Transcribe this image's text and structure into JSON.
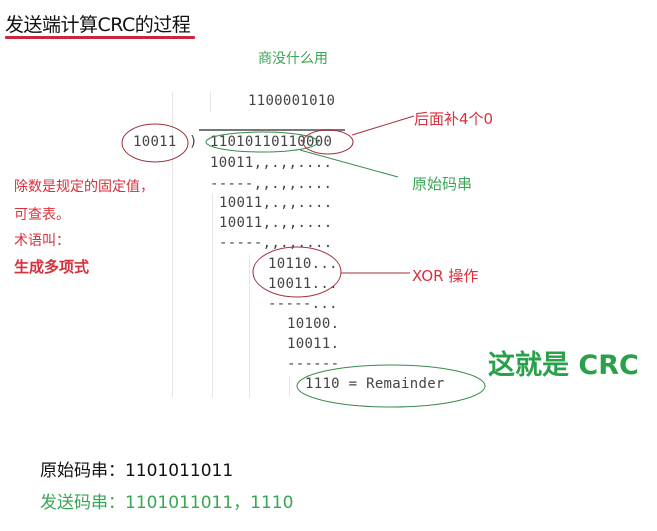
{
  "title": "发送端计算CRC的过程",
  "notes": {
    "quotient_note": "商没什么用",
    "padding_note": "后面补4个0",
    "original_note": "原始码串",
    "divisor_note_1": "除数是规定的固定值，",
    "divisor_note_2": "可查表。",
    "divisor_note_3": "术语叫：",
    "divisor_note_4": "生成多项式",
    "xor_note": "XOR 操作",
    "crc_label": "这就是 CRC"
  },
  "division": {
    "quotient": "1100001010",
    "divisor": "10011",
    "paren": ")",
    "dividend": "11010110110000",
    "rows": [
      "10011,,.,,....",
      "-----,,.,,....",
      "10011,.,,....",
      "10011,.,,....",
      "-----,,.,....",
      "10110...",
      "10011...",
      "-----...",
      "10100.",
      "10011.",
      "------",
      "1110 = Remainder"
    ]
  },
  "summary": {
    "original_label": "原始码串：",
    "original_value": "1101011011",
    "sent_label": "发送码串：",
    "sent_value": "1101011011，1110"
  },
  "colors": {
    "red": "#d8303c",
    "green": "#3aa655",
    "crc_green": "#2aa04a",
    "ellipse_red": "#a0303c",
    "ellipse_green": "#3a8a4a"
  }
}
